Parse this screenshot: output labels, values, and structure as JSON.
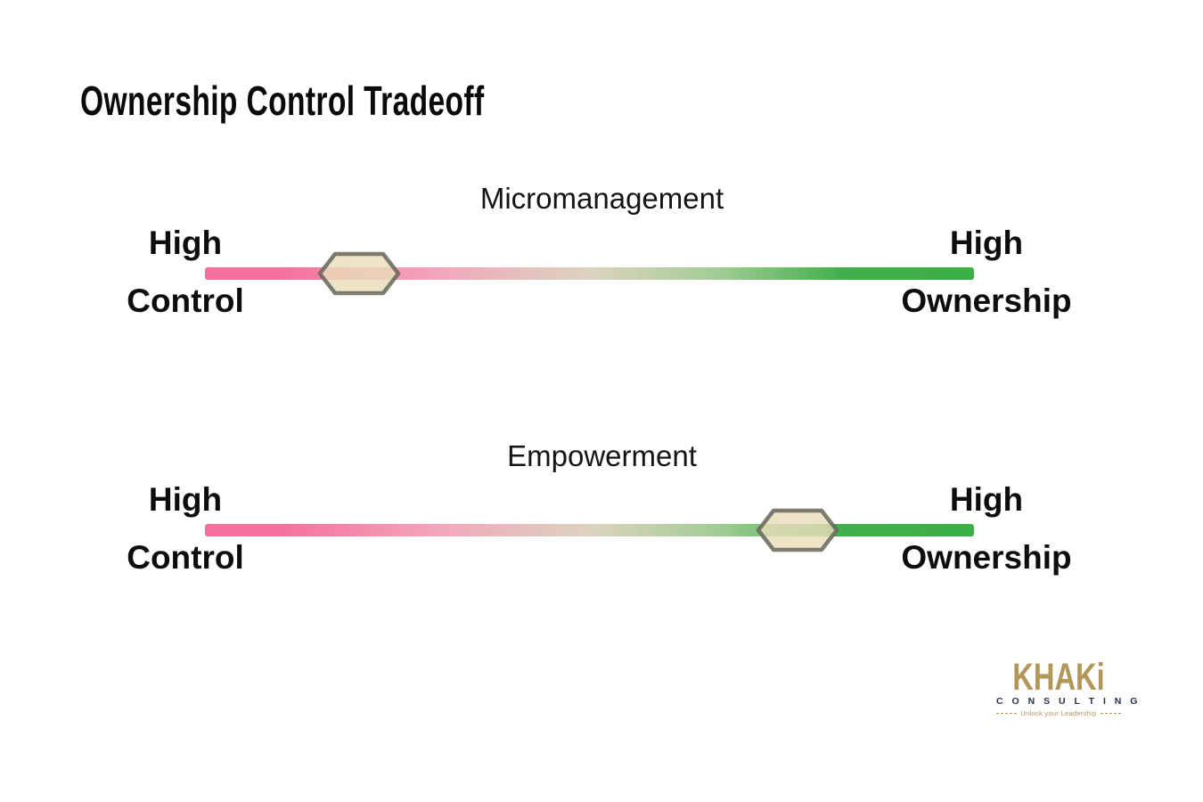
{
  "title": "Ownership Control Tradeoff",
  "sliders": [
    {
      "name": "Micromanagement",
      "left": {
        "line1": "High",
        "line2": "Control"
      },
      "right": {
        "line1": "High",
        "line2": "Ownership"
      },
      "handle_pct": 20
    },
    {
      "name": "Empowerment",
      "left": {
        "line1": "High",
        "line2": "Control"
      },
      "right": {
        "line1": "High",
        "line2": "Ownership"
      },
      "handle_pct": 77
    }
  ],
  "colors": {
    "bar_gradient": [
      [
        "#F4719C",
        0
      ],
      [
        "#F4719C",
        10
      ],
      [
        "#F1A6BB",
        30
      ],
      [
        "#DDD3BF",
        50
      ],
      [
        "#A5CD97",
        66
      ],
      [
        "#41AF4B",
        83
      ],
      [
        "#3CAF47",
        100
      ]
    ],
    "handle_fill": "#E9DDB9",
    "handle_stroke": "#66665C",
    "logo_khaki": "#B2975B",
    "logo_navy": "#25304E",
    "logo_tagline": "#A9935C"
  },
  "logo": {
    "brand": "KHAKi",
    "division": "C O N S U L T I N G",
    "tagline": "Unlock your Leadership"
  }
}
